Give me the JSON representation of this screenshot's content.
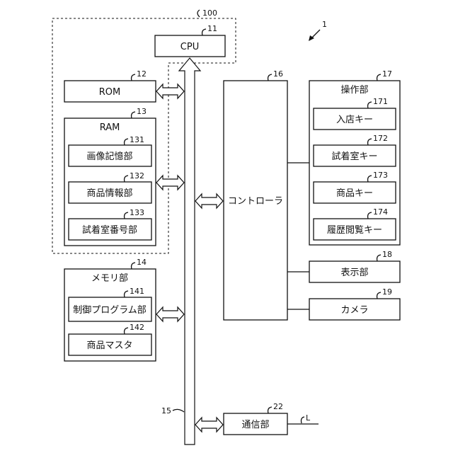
{
  "figure_ref": "1",
  "group_ref": "100",
  "bus": {
    "ref": "15"
  },
  "cpu": {
    "label": "CPU",
    "ref": "11"
  },
  "rom": {
    "label": "ROM",
    "ref": "12"
  },
  "ram": {
    "label": "RAM",
    "ref": "13",
    "items": [
      {
        "label": "画像記憶部",
        "ref": "131"
      },
      {
        "label": "商品情報部",
        "ref": "132"
      },
      {
        "label": "試着室番号部",
        "ref": "133"
      }
    ]
  },
  "memory": {
    "label": "メモリ部",
    "ref": "14",
    "items": [
      {
        "label": "制御プログラム部",
        "ref": "141"
      },
      {
        "label": "商品マスタ",
        "ref": "142"
      }
    ]
  },
  "controller": {
    "label": "コントローラ",
    "ref": "16"
  },
  "operation": {
    "label": "操作部",
    "ref": "17",
    "keys": [
      {
        "label": "入店キー",
        "ref": "171"
      },
      {
        "label": "試着室キー",
        "ref": "172"
      },
      {
        "label": "商品キー",
        "ref": "173"
      },
      {
        "label": "履歴閲覧キー",
        "ref": "174"
      }
    ]
  },
  "display": {
    "label": "表示部",
    "ref": "18"
  },
  "camera": {
    "label": "カメラ",
    "ref": "19"
  },
  "comm": {
    "label": "通信部",
    "ref": "22"
  },
  "line": {
    "label": "L"
  }
}
